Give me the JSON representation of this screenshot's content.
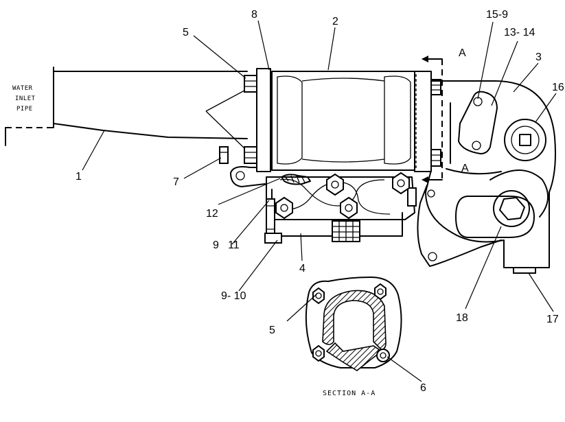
{
  "pipe_label": {
    "line1": "WATER",
    "line2": "INLET",
    "line3": "PIPE"
  },
  "callouts": {
    "c1": "1",
    "c2": "2",
    "c3": "3",
    "c4": "4",
    "c5_top": "5",
    "c5_section": "5",
    "c6": "6",
    "c7": "7",
    "c8": "8",
    "c9": "9",
    "c9_10": "9- 10",
    "c11": "11",
    "c12": "12",
    "c13_14": "13- 14",
    "c15_9": "15-9",
    "c16": "16",
    "c17": "17",
    "c18": "18"
  },
  "section_marks": {
    "top": "A",
    "bottom": "A"
  },
  "section_caption": "SECTION A-A"
}
